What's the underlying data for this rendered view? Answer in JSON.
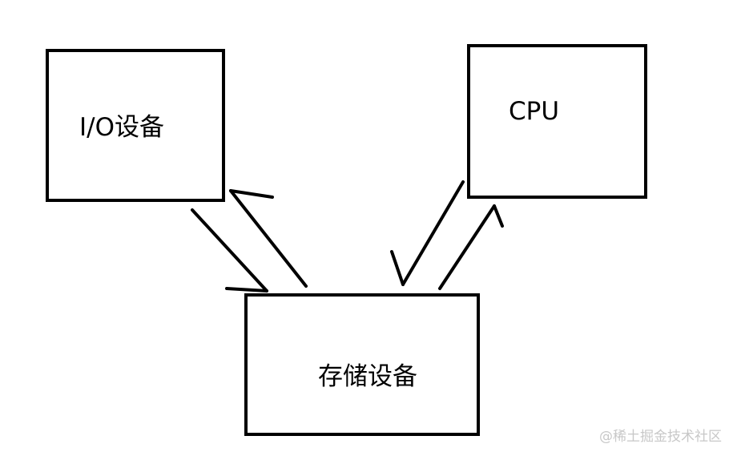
{
  "diagram": {
    "nodes": [
      {
        "id": "io",
        "label": "I/O设备"
      },
      {
        "id": "cpu",
        "label": "CPU"
      },
      {
        "id": "storage",
        "label": "存储设备"
      }
    ],
    "edges": [
      {
        "from": "storage",
        "to": "io"
      },
      {
        "from": "io",
        "to": "storage"
      },
      {
        "from": "cpu",
        "to": "storage"
      },
      {
        "from": "storage",
        "to": "cpu"
      }
    ],
    "colors": {
      "stroke": "#000000",
      "background": "#ffffff",
      "watermark": "#c8c8c8"
    }
  },
  "watermark": "@稀土掘金技术社区"
}
